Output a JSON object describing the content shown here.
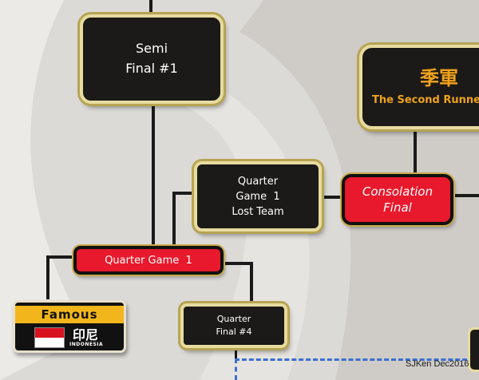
{
  "bracket": {
    "semi_final": {
      "line1": "Semi",
      "line2": "Final #1"
    },
    "second_runner_up": {
      "chinese": "季軍",
      "english": "The Second Runner-"
    },
    "quarter_game_1_lost": {
      "line1": "Quarter",
      "line2": "Game  1",
      "line3": "Lost Team"
    },
    "consolation_final": {
      "line1": "Consolation",
      "line2": "Final"
    },
    "quarter_game_1": {
      "label": "Quarter Game  1"
    },
    "quarter_final_4": {
      "line1": "Quarter",
      "line2": "Final #4"
    }
  },
  "team_card": {
    "name": "Famous",
    "country_chinese": "印尼",
    "country": "INDONESIA",
    "flag_colors": [
      "#d8131f",
      "#ffffff"
    ]
  },
  "watermark": "SJKen Dec2016",
  "colors": {
    "dark_box": "#1b1a18",
    "red_box": "#e8192c",
    "gold_border": "#e7dba0",
    "gold_text": "#f0a21c",
    "connector_dashed": "#3b6fd1"
  }
}
